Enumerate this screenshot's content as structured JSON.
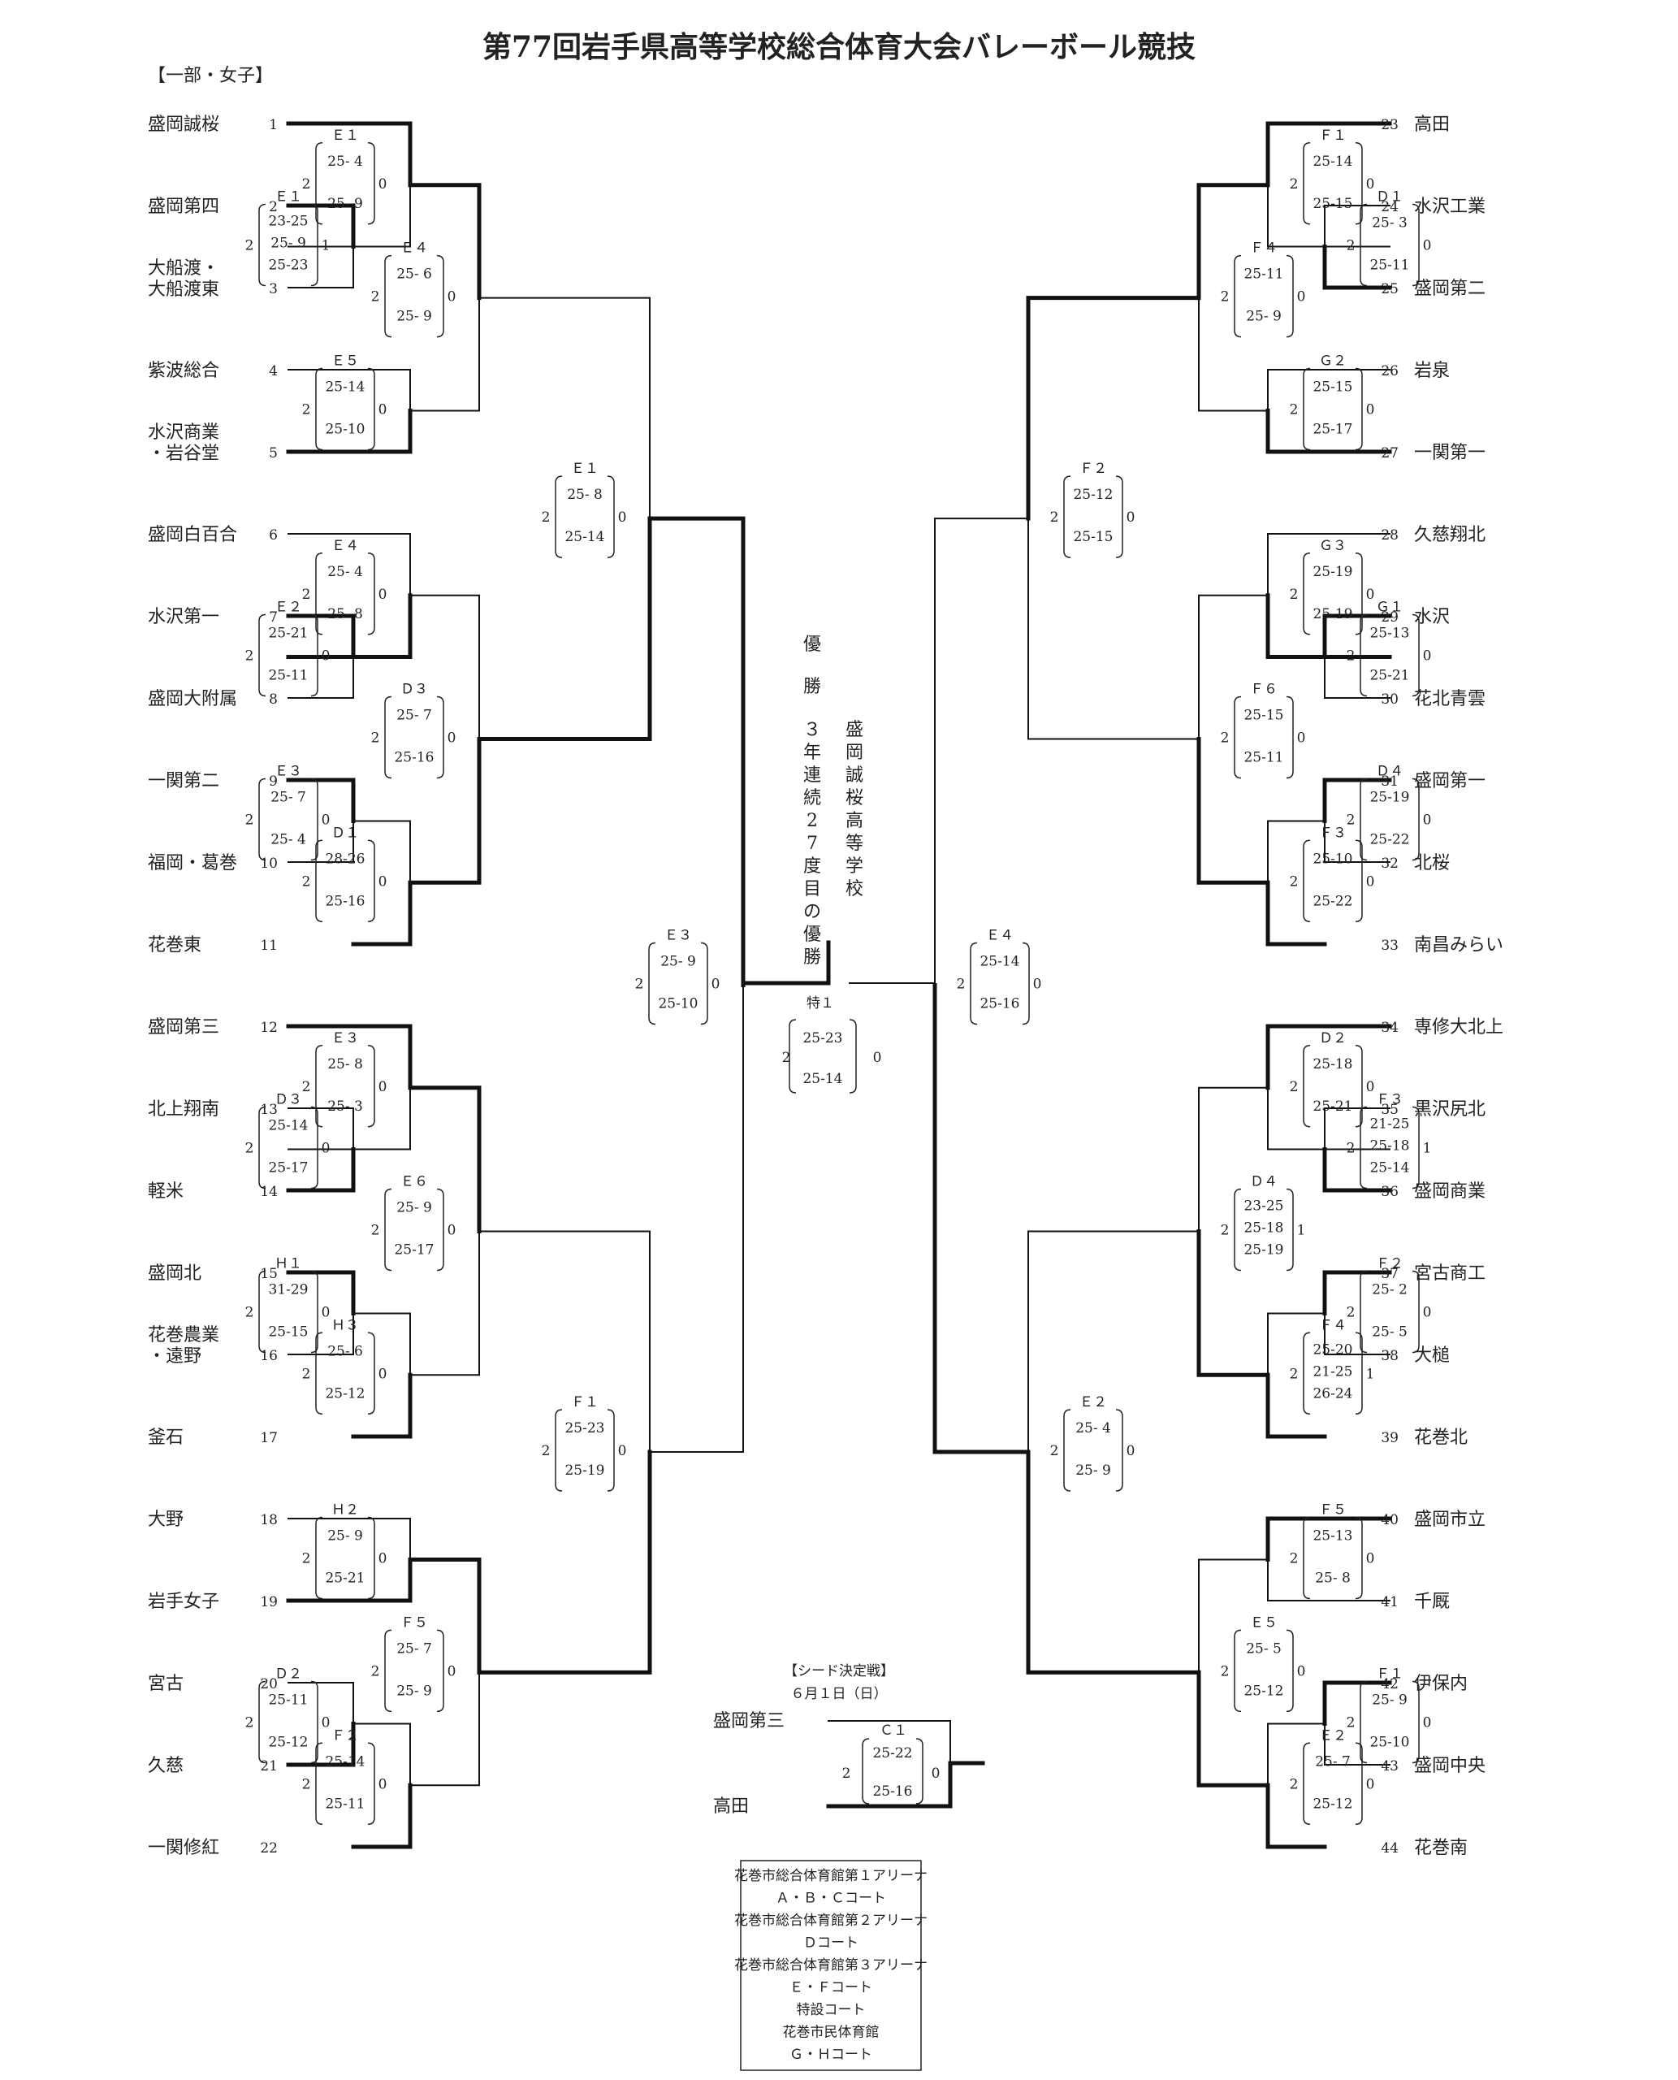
{
  "title": "第77回岩手県高等学校総合体育大会バレーボール競技",
  "division": "【一部・女子】",
  "left_teams": [
    {
      "no": "1",
      "name": "盛岡誠桜"
    },
    {
      "no": "2",
      "name": "盛岡第四"
    },
    {
      "no": "3",
      "name": "大船渡・\n大船渡東"
    },
    {
      "no": "4",
      "name": "紫波総合"
    },
    {
      "no": "5",
      "name": "水沢商業\n・岩谷堂"
    },
    {
      "no": "6",
      "name": "盛岡白百合"
    },
    {
      "no": "7",
      "name": "水沢第一"
    },
    {
      "no": "8",
      "name": "盛岡大附属"
    },
    {
      "no": "9",
      "name": "一関第二"
    },
    {
      "no": "10",
      "name": "福岡・葛巻"
    },
    {
      "no": "11",
      "name": "花巻東"
    },
    {
      "no": "12",
      "name": "盛岡第三"
    },
    {
      "no": "13",
      "name": "北上翔南"
    },
    {
      "no": "14",
      "name": "軽米"
    },
    {
      "no": "15",
      "name": "盛岡北"
    },
    {
      "no": "16",
      "name": "花巻農業\n・遠野"
    },
    {
      "no": "17",
      "name": "釜石"
    },
    {
      "no": "18",
      "name": "大野"
    },
    {
      "no": "19",
      "name": "岩手女子"
    },
    {
      "no": "20",
      "name": "宮古"
    },
    {
      "no": "21",
      "name": "久慈"
    },
    {
      "no": "22",
      "name": "一関修紅"
    }
  ],
  "right_teams": [
    {
      "no": "23",
      "name": "高田"
    },
    {
      "no": "24",
      "name": "水沢工業"
    },
    {
      "no": "25",
      "name": "盛岡第二"
    },
    {
      "no": "26",
      "name": "岩泉"
    },
    {
      "no": "27",
      "name": "一関第一"
    },
    {
      "no": "28",
      "name": "久慈翔北"
    },
    {
      "no": "29",
      "name": "水沢"
    },
    {
      "no": "30",
      "name": "花北青雲"
    },
    {
      "no": "31",
      "name": "盛岡第一"
    },
    {
      "no": "32",
      "name": "北桜"
    },
    {
      "no": "33",
      "name": "南昌みらい"
    },
    {
      "no": "34",
      "name": "専修大北上"
    },
    {
      "no": "35",
      "name": "黒沢尻北"
    },
    {
      "no": "36",
      "name": "盛岡商業"
    },
    {
      "no": "37",
      "name": "宮古商工"
    },
    {
      "no": "38",
      "name": "大槌"
    },
    {
      "no": "39",
      "name": "花巻北"
    },
    {
      "no": "40",
      "name": "盛岡市立"
    },
    {
      "no": "41",
      "name": "千厩"
    },
    {
      "no": "42",
      "name": "伊保内"
    },
    {
      "no": "43",
      "name": "盛岡中央"
    },
    {
      "no": "44",
      "name": "花巻南"
    }
  ],
  "matches": [
    {
      "court": "Ｅ１",
      "sets": [
        "25- 4",
        "25- 9"
      ],
      "w": "2",
      "l": "0"
    },
    {
      "court": "Ｅ１",
      "sets": [
        "23-25",
        "25- 9",
        "25-23"
      ],
      "w": "2",
      "l": "1"
    },
    {
      "court": "Ｅ４",
      "sets": [
        "25- 6",
        "25- 9"
      ],
      "w": "2",
      "l": "0"
    },
    {
      "court": "Ｅ５",
      "sets": [
        "25-14",
        "25-10"
      ],
      "w": "2",
      "l": "0"
    },
    {
      "court": "Ｅ１",
      "sets": [
        "25- 8",
        "25-14"
      ],
      "w": "2",
      "l": "0"
    },
    {
      "court": "Ｅ４",
      "sets": [
        "25- 4",
        "25- 8"
      ],
      "w": "2",
      "l": "0"
    },
    {
      "court": "Ｅ２",
      "sets": [
        "25-21",
        "25-11"
      ],
      "w": "2",
      "l": "0"
    },
    {
      "court": "Ｄ３",
      "sets": [
        "25- 7",
        "25-16"
      ],
      "w": "2",
      "l": "0"
    },
    {
      "court": "Ｅ３",
      "sets": [
        "25- 7",
        "25- 4"
      ],
      "w": "2",
      "l": "0"
    },
    {
      "court": "Ｄ１",
      "sets": [
        "28-26",
        "25-16"
      ],
      "w": "2",
      "l": "0"
    },
    {
      "court": "Ｅ３",
      "sets": [
        "25- 9",
        "25-10"
      ],
      "w": "2",
      "l": "0"
    },
    {
      "court": "Ｅ３",
      "sets": [
        "25- 8",
        "25- 3"
      ],
      "w": "2",
      "l": "0"
    },
    {
      "court": "Ｄ３",
      "sets": [
        "25-14",
        "25-17"
      ],
      "w": "2",
      "l": "0"
    },
    {
      "court": "Ｅ６",
      "sets": [
        "25- 9",
        "25-17"
      ],
      "w": "2",
      "l": "0"
    },
    {
      "court": "Ｈ１",
      "sets": [
        "31-29",
        "25-15"
      ],
      "w": "2",
      "l": "0"
    },
    {
      "court": "Ｈ３",
      "sets": [
        "25- 6",
        "25-12"
      ],
      "w": "2",
      "l": "0"
    },
    {
      "court": "Ｆ１",
      "sets": [
        "25-23",
        "25-19"
      ],
      "w": "2",
      "l": "0"
    },
    {
      "court": "Ｈ２",
      "sets": [
        "25- 9",
        "25-21"
      ],
      "w": "2",
      "l": "0"
    },
    {
      "court": "Ｆ５",
      "sets": [
        "25- 7",
        "25- 9"
      ],
      "w": "2",
      "l": "0"
    },
    {
      "court": "Ｄ２",
      "sets": [
        "25-11",
        "25-12"
      ],
      "w": "2",
      "l": "0"
    },
    {
      "court": "Ｆ２",
      "sets": [
        "25-14",
        "25-11"
      ],
      "w": "2",
      "l": "0"
    },
    {
      "court": "Ｆ１",
      "sets": [
        "25-14",
        "25-15"
      ],
      "w": "2",
      "l": "0"
    },
    {
      "court": "Ｄ１",
      "sets": [
        "25- 3",
        "25-11"
      ],
      "w": "2",
      "l": "0"
    },
    {
      "court": "Ｆ４",
      "sets": [
        "25-11",
        "25- 9"
      ],
      "w": "2",
      "l": "0"
    },
    {
      "court": "Ｇ２",
      "sets": [
        "25-15",
        "25-17"
      ],
      "w": "2",
      "l": "0"
    },
    {
      "court": "Ｆ２",
      "sets": [
        "25-12",
        "25-15"
      ],
      "w": "2",
      "l": "0"
    },
    {
      "court": "Ｇ３",
      "sets": [
        "25-19",
        "25-19"
      ],
      "w": "2",
      "l": "0"
    },
    {
      "court": "Ｇ１",
      "sets": [
        "25-13",
        "25-21"
      ],
      "w": "2",
      "l": "0"
    },
    {
      "court": "Ｆ６",
      "sets": [
        "25-15",
        "25-11"
      ],
      "w": "2",
      "l": "0"
    },
    {
      "court": "Ｄ４",
      "sets": [
        "25-19",
        "25-22"
      ],
      "w": "2",
      "l": "0"
    },
    {
      "court": "Ｆ３",
      "sets": [
        "25-10",
        "25-22"
      ],
      "w": "2",
      "l": "0"
    },
    {
      "court": "Ｅ４",
      "sets": [
        "25-14",
        "25-16"
      ],
      "w": "2",
      "l": "0"
    },
    {
      "court": "Ｄ２",
      "sets": [
        "25-18",
        "25-21"
      ],
      "w": "2",
      "l": "0"
    },
    {
      "court": "Ｆ３",
      "sets": [
        "21-25",
        "25-18",
        "25-14"
      ],
      "w": "2",
      "l": "1"
    },
    {
      "court": "Ｄ４",
      "sets": [
        "23-25",
        "25-18",
        "25-19"
      ],
      "w": "2",
      "l": "1"
    },
    {
      "court": "Ｆ２",
      "sets": [
        "25- 2",
        "25- 5"
      ],
      "w": "2",
      "l": "0"
    },
    {
      "court": "Ｆ４",
      "sets": [
        "25-20",
        "21-25",
        "26-24"
      ],
      "w": "2",
      "l": "1"
    },
    {
      "court": "Ｅ２",
      "sets": [
        "25- 4",
        "25- 9"
      ],
      "w": "2",
      "l": "0"
    },
    {
      "court": "Ｆ５",
      "sets": [
        "25-13",
        "25- 8"
      ],
      "w": "2",
      "l": "0"
    },
    {
      "court": "Ｅ５",
      "sets": [
        "25- 5",
        "25-12"
      ],
      "w": "2",
      "l": "0"
    },
    {
      "court": "Ｆ１",
      "sets": [
        "25- 9",
        "25-10"
      ],
      "w": "2",
      "l": "0"
    },
    {
      "court": "Ｅ２",
      "sets": [
        "25- 7",
        "25-12"
      ],
      "w": "2",
      "l": "0"
    },
    {
      "court": "特１",
      "sets": [
        "25-23",
        "25-14"
      ],
      "w": "2",
      "l": "0"
    },
    {
      "court": "Ｃ１",
      "sets": [
        "25-22",
        "25-16"
      ],
      "w": "2",
      "l": "0"
    }
  ],
  "champion": {
    "label": "優勝",
    "note": "３年連続27度目の優勝",
    "team": "盛岡誠桜高等学校"
  },
  "seed_match": {
    "title": "【シード決定戦】",
    "date": "６月１日（日）",
    "team1": "盛岡第三",
    "team2": "高田"
  },
  "venues": [
    "花巻市総合体育館第１アリーナ",
    "Ａ・Ｂ・Ｃコート",
    "花巻市総合体育館第２アリーナ",
    "Ｄコート",
    "花巻市総合体育館第３アリーナ",
    "Ｅ・Ｆコート",
    "特設コート",
    "花巻市民体育館",
    "Ｇ・Ｈコート"
  ]
}
